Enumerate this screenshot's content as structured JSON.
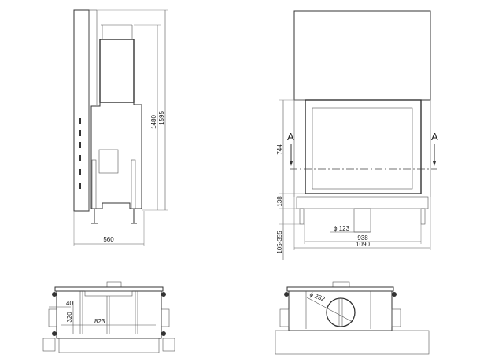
{
  "side_view": {
    "dim_width": "560",
    "dim_height_total": "1595",
    "dim_height_body": "1480"
  },
  "front_view": {
    "dim_door_height": "744",
    "dim_base_height": "138",
    "dim_leg_range": "105-355",
    "dim_flue_diameter": "ϕ 123",
    "dim_inner_width": "938",
    "dim_outer_width": "1090",
    "section_marker_left": "A",
    "section_marker_right": "A"
  },
  "plan_section": {
    "dim_wall": "40",
    "dim_depth": "320",
    "dim_width": "823"
  },
  "plan_top": {
    "dim_outlet_diameter": "ϕ 232"
  }
}
